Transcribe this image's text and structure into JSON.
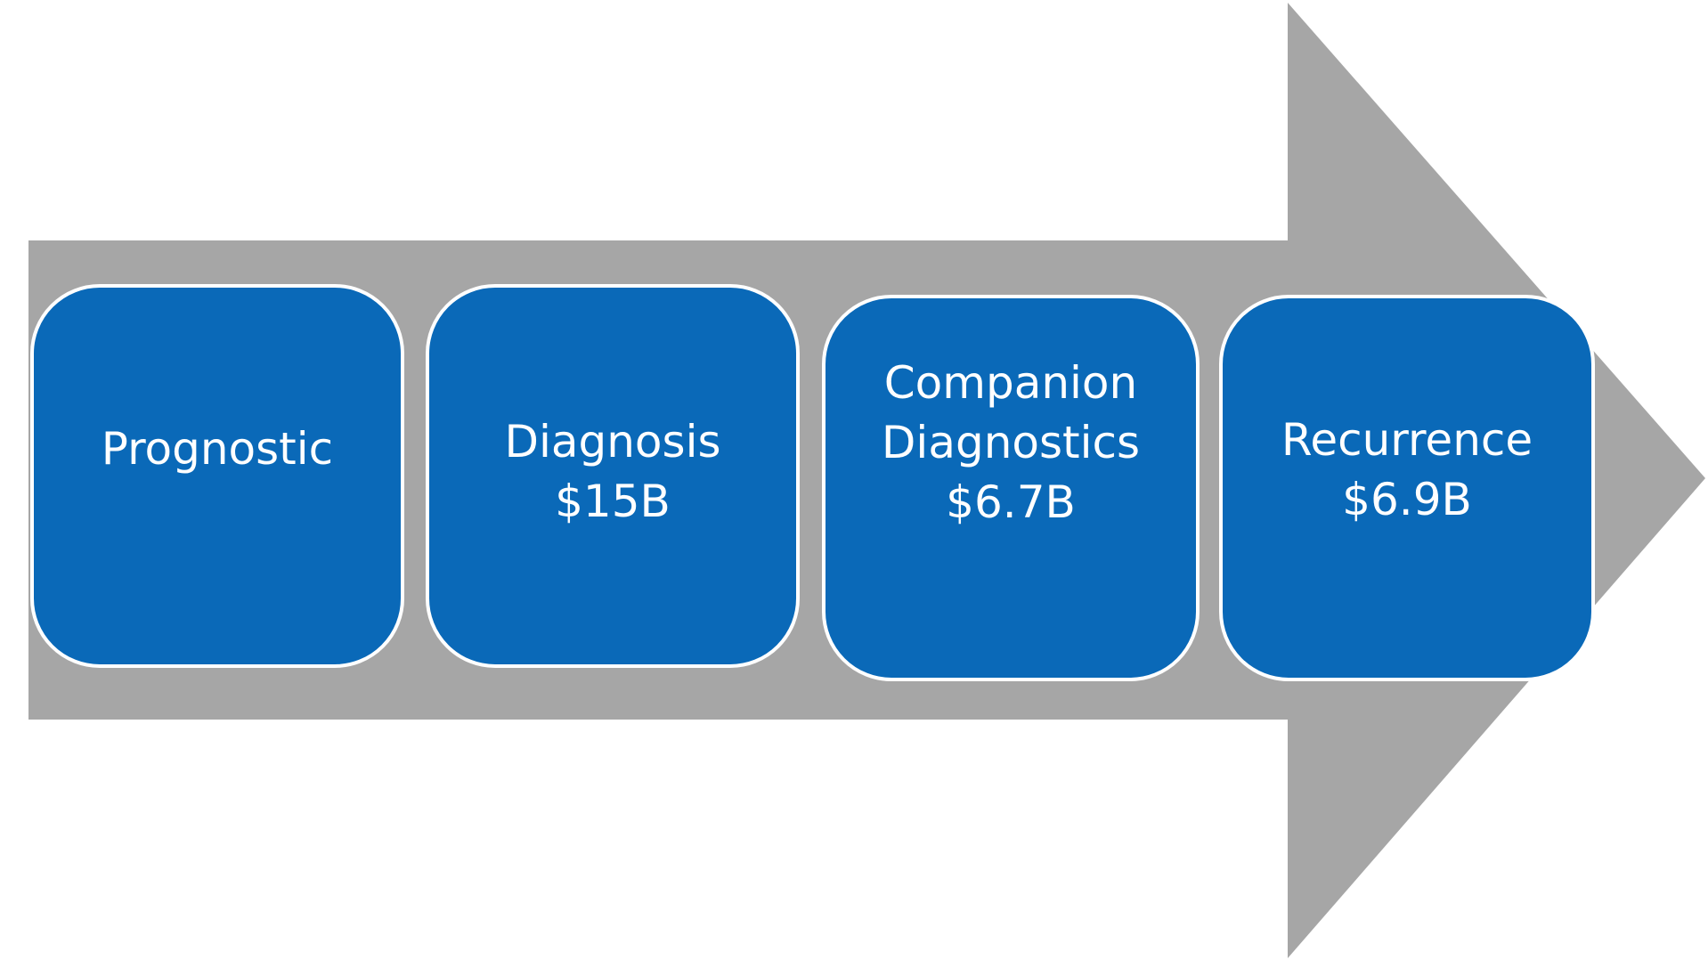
{
  "colors": {
    "arrow": "#a6a6a6",
    "box_fill": "#0a69b8",
    "box_border": "#ffffff",
    "text": "#ffffff"
  },
  "stages": [
    {
      "label": "Prognostic",
      "value": ""
    },
    {
      "label": "Diagnosis",
      "value": "$15B"
    },
    {
      "label_line1": "Companion",
      "label_line2": "Diagnostics",
      "value": "$6.7B"
    },
    {
      "label": "Recurrence",
      "value": "$6.9B"
    }
  ]
}
